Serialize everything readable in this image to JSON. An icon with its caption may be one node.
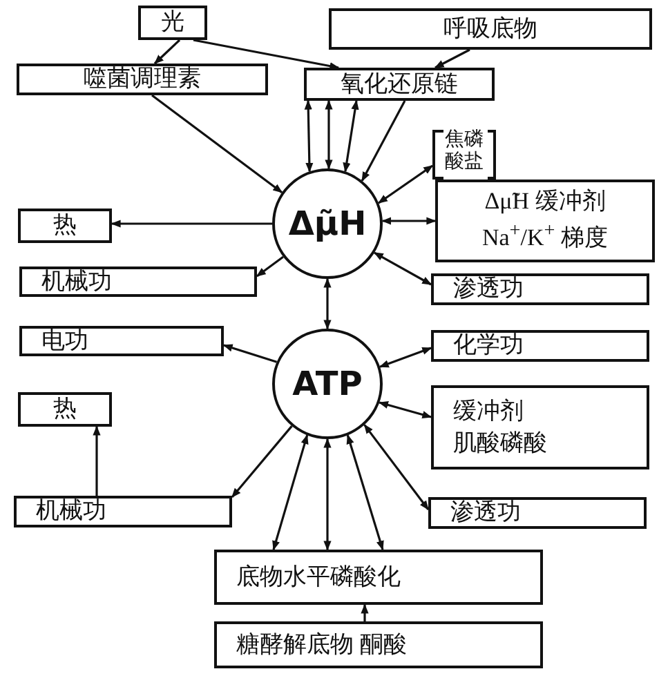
{
  "diagram": {
    "nodes": [
      {
        "text": [
          "光"
        ]
      },
      {
        "text": [
          "呼吸底物"
        ]
      },
      {
        "text": [
          "噬菌调理素"
        ]
      },
      {
        "text": [
          "氧化还原链"
        ]
      },
      {
        "text": [
          "焦磷酸盐"
        ]
      },
      {
        "text": [
          "Δμ̃H"
        ]
      },
      {
        "text": [
          "Δμ̃H 缓冲剂",
          "Na$^{+}$/K$^{+}$ 梯度"
        ]
      },
      {
        "text": [
          "热"
        ]
      },
      {
        "text": [
          "机械功"
        ]
      },
      {
        "text": [
          "渗透功"
        ]
      },
      {
        "text": [
          "电功"
        ]
      },
      {
        "text": [
          "ATP"
        ]
      },
      {
        "text": [
          "化学功"
        ]
      },
      {
        "text": [
          "缓冲剂",
          "肌酸磷酸"
        ]
      },
      {
        "text": [
          "热"
        ]
      },
      {
        "text": [
          "机械功"
        ]
      },
      {
        "text": [
          "渗透功"
        ]
      },
      {
        "text": [
          "底物水平磷酸化"
        ]
      },
      {
        "text": [
          "糖酵解底物 酮酸"
        ]
      }
    ],
    "edges": [
      {
        "from": 0,
        "to": 2,
        "arrow": "to"
      },
      {
        "from": 0,
        "to": 3,
        "arrow": "to"
      },
      {
        "from": 1,
        "to": 3,
        "arrow": "to"
      },
      {
        "from": 2,
        "to": 5,
        "arrow": "to"
      },
      {
        "from": 3,
        "to": 5,
        "arrow": "both"
      },
      {
        "from": 3,
        "to": 5,
        "arrow": "both"
      },
      {
        "from": 3,
        "to": 5,
        "arrow": "both"
      },
      {
        "from": 3,
        "to": 5,
        "arrow": "to"
      },
      {
        "from": 5,
        "to": 4,
        "arrow": "both"
      },
      {
        "from": 5,
        "to": 6,
        "arrow": "both"
      },
      {
        "from": 5,
        "to": 7,
        "arrow": "to"
      },
      {
        "from": 5,
        "to": 8,
        "arrow": "to"
      },
      {
        "from": 5,
        "to": 9,
        "arrow": "both"
      },
      {
        "from": 5,
        "to": 11,
        "arrow": "both"
      },
      {
        "from": 11,
        "to": 10,
        "arrow": "to"
      },
      {
        "from": 11,
        "to": 12,
        "arrow": "both"
      },
      {
        "from": 11,
        "to": 13,
        "arrow": "both"
      },
      {
        "from": 15,
        "to": 14,
        "arrow": "to"
      },
      {
        "from": 11,
        "to": 15,
        "arrow": "to"
      },
      {
        "from": 11,
        "to": 17,
        "arrow": "both"
      },
      {
        "from": 11,
        "to": 17,
        "arrow": "both"
      },
      {
        "from": 11,
        "to": 17,
        "arrow": "both"
      },
      {
        "from": 11,
        "to": 16,
        "arrow": "both"
      },
      {
        "from": 18,
        "to": 17,
        "arrow": "to"
      }
    ]
  }
}
